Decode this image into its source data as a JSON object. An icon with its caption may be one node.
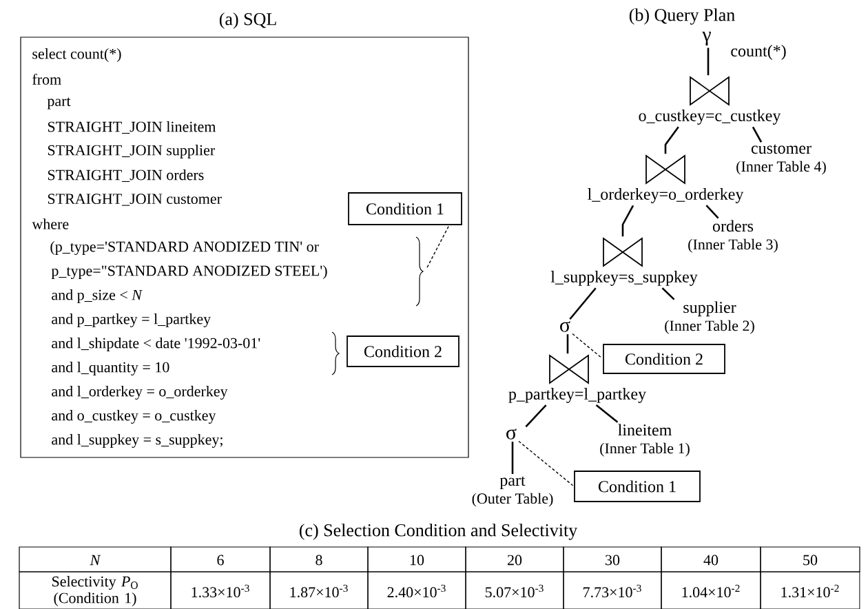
{
  "diagram": {
    "nodes": [
      {
        "text": [
          "select count(*)",
          "from",
          "part",
          "STRAIGHT_JOIN lineitem",
          "STRAIGHT_JOIN supplier",
          "STRAIGHT_JOIN orders",
          "STRAIGHT_JOIN customer",
          "where",
          "(p_type='STANDARD ANODIZED TIN' or",
          "p_type=\"STANDARD ANODIZED STEEL')",
          "and p_size < *N*",
          "and p_partkey = l_partkey",
          "and l_shipdate < date '1992-03-01'",
          "and l_quantity = 10",
          "and l_orderkey = o_orderkey",
          "and o_custkey = o_custkey",
          "and l_suppkey = s_suppkey;"
        ]
      },
      {
        "text": [
          "Condition 1"
        ],
        "in": 0
      },
      {
        "text": [
          "Condition 2"
        ],
        "in": 0
      },
      {
        "text": [
          "γ"
        ],
        "beside": [
          "count(*)"
        ]
      },
      {
        "text": [],
        "shape": "bowtie",
        "beside": [
          "o_custkey=c_custkey"
        ]
      },
      {
        "text": [
          "customer",
          "(Inner Table 4)"
        ]
      },
      {
        "text": [],
        "shape": "bowtie",
        "beside": [
          "l_orderkey=o_orderkey"
        ]
      },
      {
        "text": [
          "orders",
          "(Inner Table 3)"
        ]
      },
      {
        "text": [],
        "shape": "bowtie",
        "beside": [
          "l_suppkey=s_suppkey"
        ]
      },
      {
        "text": [
          "supplier",
          "(Inner Table 2)"
        ]
      },
      {
        "text": [
          "σ"
        ]
      },
      {
        "text": [
          "Condition 2"
        ]
      },
      {
        "text": [],
        "shape": "bowtie",
        "beside": [
          "p_partkey=l_partkey"
        ]
      },
      {
        "text": [
          "lineitem",
          "(Inner Table 1)"
        ]
      },
      {
        "text": [
          "σ"
        ]
      },
      {
        "text": [
          "part",
          "(Outer Table)"
        ]
      },
      {
        "text": [
          "Condition 1"
        ]
      }
    ],
    "edges": [
      {
        "from": 1,
        "to": null,
        "arrow": "none",
        "style": "dashed"
      },
      {
        "from": 3,
        "to": 4,
        "arrow": "none"
      },
      {
        "from": 4,
        "to": 6,
        "arrow": "none"
      },
      {
        "from": 4,
        "to": 5,
        "arrow": "none"
      },
      {
        "from": 6,
        "to": 8,
        "arrow": "none"
      },
      {
        "from": 6,
        "to": 7,
        "arrow": "none"
      },
      {
        "from": 8,
        "to": 10,
        "arrow": "none"
      },
      {
        "from": 8,
        "to": 9,
        "arrow": "none"
      },
      {
        "from": 10,
        "to": 12,
        "arrow": "none"
      },
      {
        "from": 10,
        "to": 11,
        "arrow": "none",
        "style": "dashed"
      },
      {
        "from": 12,
        "to": 14,
        "arrow": "none"
      },
      {
        "from": 12,
        "to": 13,
        "arrow": "none"
      },
      {
        "from": 14,
        "to": 15,
        "arrow": "none"
      },
      {
        "from": 14,
        "to": 16,
        "arrow": "none",
        "style": "dashed"
      }
    ],
    "labels": [
      "(a) SQL",
      "(b) Query Plan",
      "(c) Selection Condition and Selectivity",
      "N",
      "6",
      "8",
      "10",
      "20",
      "30",
      "40",
      "50",
      "Selectivity *P*$_{O}$ (Condition 1)",
      "1.33×10$^{-3}$",
      "1.87×10$^{-3}$",
      "2.40×10$^{-3}$",
      "5.07×10$^{-3}$",
      "7.73×10$^{-3}$",
      "1.04×10$^{-2}$",
      "1.31×10$^{-2}$"
    ]
  }
}
